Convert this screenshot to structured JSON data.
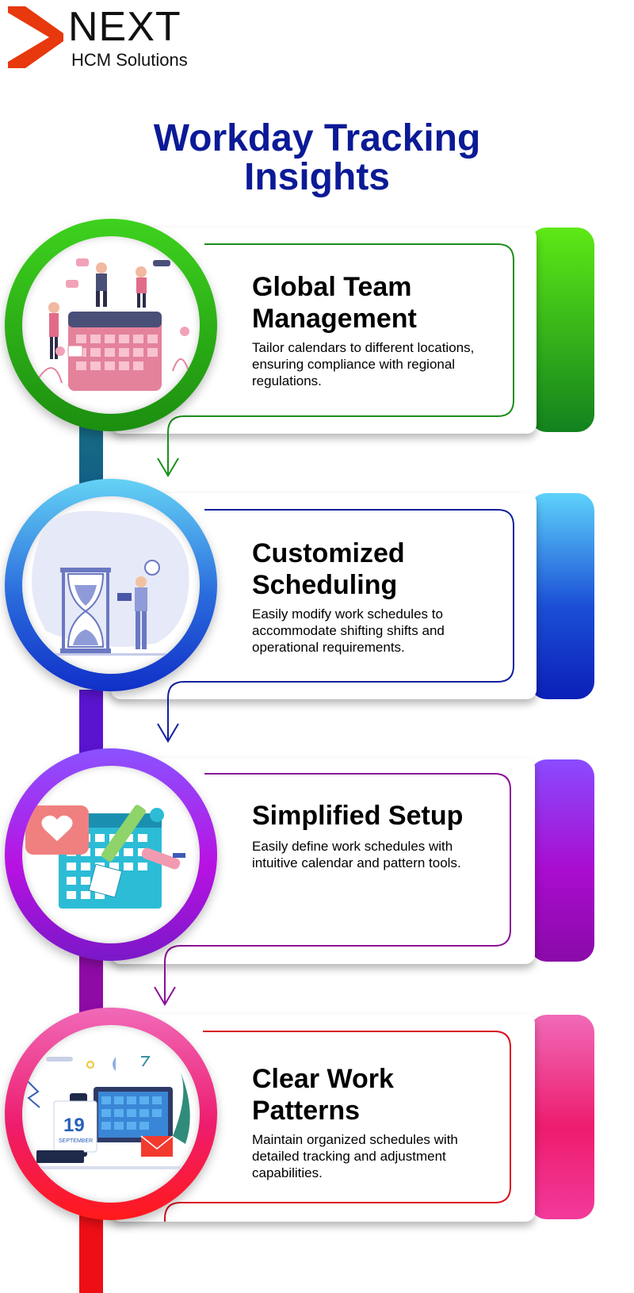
{
  "logo": {
    "brand": "NEXT",
    "sub": "HCM Solutions",
    "accent": "#e8380d"
  },
  "title": {
    "line1": "Workday Tracking",
    "line2": "Insights",
    "color": "#0b1a96"
  },
  "steps": [
    {
      "heading_1": "Global Team",
      "heading_2": "Management",
      "desc": "Tailor calendars to different locations, ensuring compliance with regional regulations.",
      "icon": "team-calendar-illustration",
      "colors": [
        "#5ee916",
        "#12821e"
      ],
      "line": "#1a8f1a"
    },
    {
      "heading_1": "Customized",
      "heading_2": "Scheduling",
      "desc": "Easily modify work schedules to accommodate shifting shifts and operational requirements.",
      "icon": "hourglass-illustration",
      "colors": [
        "#5ed2fb",
        "#1b4fd6",
        "#0b1fb8"
      ],
      "line": "#10209e"
    },
    {
      "heading_1": "Simplified Setup",
      "heading_2": "",
      "desc": "Easily define work schedules with intuitive calendar and pattern tools.",
      "icon": "calendar-setup-illustration",
      "colors": [
        "#8a4bff",
        "#a90ccf",
        "#8a0aa8"
      ],
      "line": "#8c0f98"
    },
    {
      "heading_1": "Clear Work",
      "heading_2": "Patterns",
      "desc": "Maintain organized schedules with detailed tracking and adjustment capabilities.",
      "icon": "dashboard-calendar-illustration",
      "colors": [
        "#f06ab8",
        "#ee1c6e",
        "#ff1a1a"
      ],
      "line": "#d8101e"
    }
  ],
  "calendar_date": {
    "day": "19",
    "month": "SEPTEMBER"
  }
}
